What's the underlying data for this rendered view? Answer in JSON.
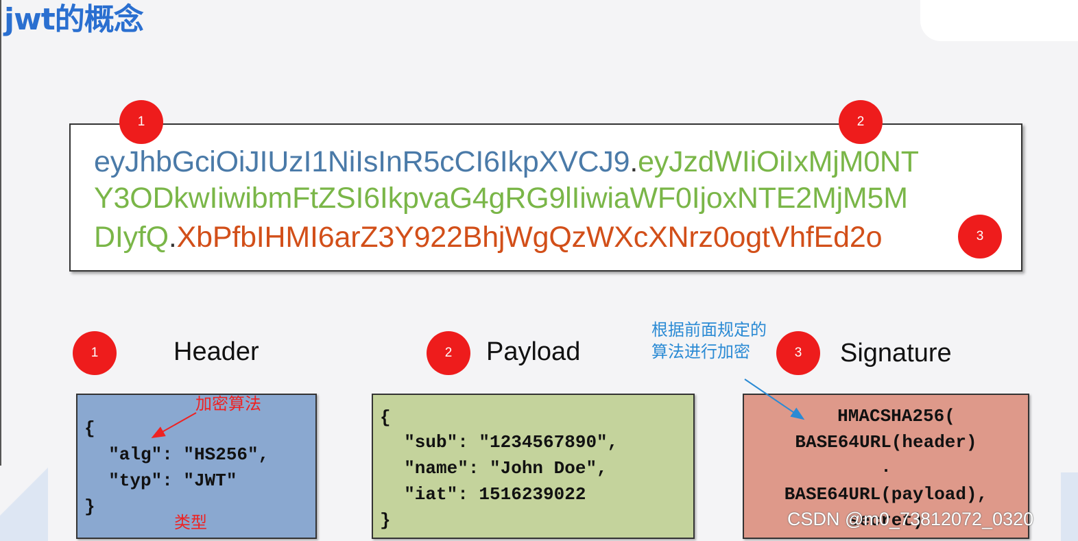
{
  "title": "jwt的概念",
  "token": {
    "line1_header": "eyJhbGciOiJIUzI1NiIsInR5cCI6IkpXVCJ9",
    "line1_dot": ".",
    "line1_payload": "eyJzdWIiOiIxMjM0NT",
    "line2_payload": "Y3ODkwIiwibmFtZSI6IkpvaG4gRG9lIiwiaWF0IjoxNTE2MjM5M",
    "line3_payload": "DIyfQ",
    "line3_dot": ".",
    "line3_signature": "XbPfbIHMI6arZ3Y922BhjWgQzWXcXNrz0ogtVhfEd2o"
  },
  "badges": {
    "one": "1",
    "two": "2",
    "three": "3"
  },
  "sections": {
    "header": {
      "title": "Header",
      "code": [
        "{",
        "  \"alg\": \"HS256\",",
        "  \"typ\": \"JWT\"",
        "}"
      ],
      "annotation_alg": "加密算法",
      "annotation_typ": "类型"
    },
    "payload": {
      "title": "Payload",
      "code": [
        "{",
        "  \"sub\": \"1234567890\",",
        "  \"name\": \"John Doe\",",
        "  \"iat\": 1516239022",
        "}"
      ]
    },
    "signature": {
      "title": "Signature",
      "code": [
        "HMACSHA256(",
        "BASE64URL(header)",
        ".",
        "BASE64URL(payload),",
        "secret)"
      ],
      "annotation_line1": "根据前面规定的",
      "annotation_line2": "算法进行加密"
    }
  },
  "watermark": "CSDN @m0_73812072_0320",
  "colors": {
    "title": "#2a6fd0",
    "header_segment": "#4a7aa8",
    "payload_segment": "#7ab648",
    "signature_segment": "#d24f19",
    "badge": "#ee1c1c",
    "header_box": "#8aa8d0",
    "payload_box": "#c4d39c",
    "signature_box": "#de998a",
    "annotation_red": "#ee2222",
    "annotation_blue": "#2a8ad4"
  }
}
